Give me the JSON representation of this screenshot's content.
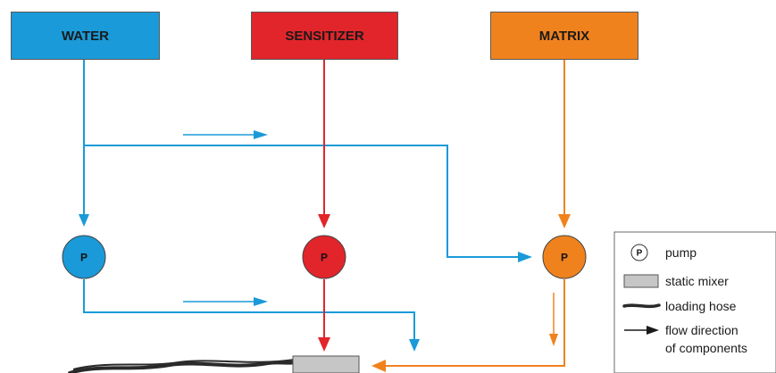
{
  "colors": {
    "water": "#1a9ad8",
    "sensitizer": "#e2242b",
    "matrix": "#f0821e",
    "mixer": "#c6c6c6",
    "hose": "#2a2a2a"
  },
  "sources": {
    "water": "WATER",
    "sensitizer": "SENSITIZER",
    "matrix": "MATRIX"
  },
  "pumps": {
    "water": "P",
    "sensitizer": "P",
    "matrix": "P"
  },
  "legend": {
    "pump_symbol": "P",
    "pump": "pump",
    "mixer": "static mixer",
    "hose": "loading hose",
    "flow_line1": "flow direction",
    "flow_line2": "of components"
  },
  "icons": [
    "pump-icon",
    "static-mixer-icon",
    "loading-hose-icon",
    "flow-arrow-icon"
  ]
}
